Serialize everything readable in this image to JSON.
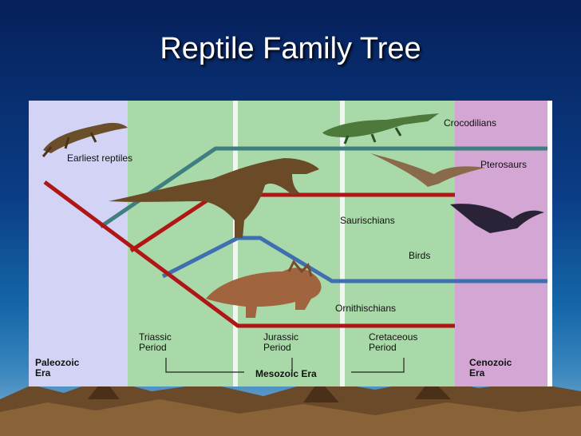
{
  "slide": {
    "title": "Reptile Family Tree"
  },
  "diagram": {
    "labels": {
      "crocodilians": "Crocodilians",
      "pterosaurs": "Pterosaurs",
      "earliest_reptiles": "Earliest reptiles",
      "saurischians": "Saurischians",
      "birds": "Birds",
      "ornithischians": "Ornithischians"
    },
    "periods": {
      "paleozoic": "Paleozoic\nEra",
      "triassic": "Triassic\nPeriod",
      "jurassic": "Jurassic\nPeriod",
      "cretaceous": "Cretaceous\nPeriod",
      "mesozoic": "Mesozoic Era",
      "cenozoic": "Cenozoic\nEra"
    },
    "colors": {
      "paleozoic_band": "#d3d3f5",
      "mesozoic_band": "#a9d9a9",
      "cenozoic_band": "#d4a6d4",
      "teal_lineage": "#3f7f7f",
      "red_lineage": "#b01616",
      "blue_lineage": "#3f6fb0"
    }
  }
}
